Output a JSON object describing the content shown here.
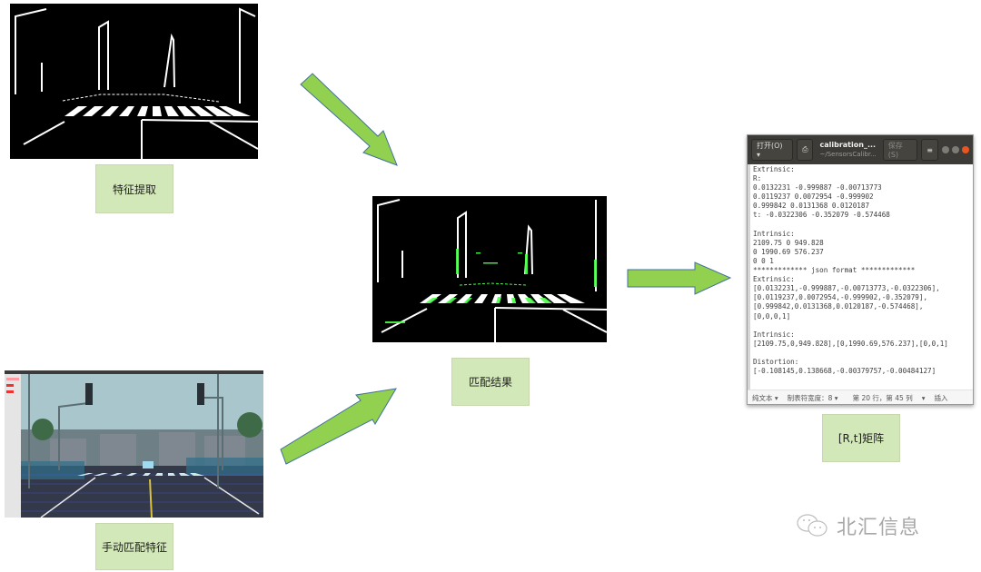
{
  "nodes": {
    "feature_extraction": {
      "label": "特征提取",
      "image": "binary-edge-feature-map"
    },
    "manual_match": {
      "label": "手动匹配特征",
      "image": "camera-frame-with-lidar-overlay"
    },
    "match_result": {
      "label": "匹配结果",
      "image": "edge-map-with-green-lidar-points"
    },
    "rt_matrix": {
      "label": "[R,t]矩阵"
    }
  },
  "arrows": [
    {
      "from": "feature_extraction",
      "to": "match_result",
      "direction": "down-right"
    },
    {
      "from": "manual_match",
      "to": "match_result",
      "direction": "up-right"
    },
    {
      "from": "match_result",
      "to": "rt_matrix",
      "direction": "right"
    }
  ],
  "colors": {
    "arrow_fill": "#92d050",
    "arrow_stroke": "#41719c",
    "label_bg": "#d3e8b8",
    "editor_header": "#3c3b37",
    "editor_close": "#e95420",
    "overlay_green": "#4cff4c"
  },
  "editor": {
    "open_button": "打开(O) ▾",
    "file_title": "calibration_...",
    "file_path": "~/SensorsCalibr...",
    "save_button": "保存(S)",
    "menu_icon": "≡",
    "lines": [
      "Extrinsic:",
      "R:",
      "0.0132231 -0.999887 -0.00713773",
      "0.0119237 0.0072954 -0.999902",
      "0.999842 0.0131368 0.0120187",
      "t: -0.0322306 -0.352079 -0.574468",
      "",
      "Intrinsic:",
      "2109.75 0 949.828",
      "0 1990.69 576.237",
      "0 0 1",
      "************* json format *************",
      "Extrinsic:",
      "[0.0132231,-0.999887,-0.00713773,-0.0322306],",
      "[0.0119237,0.0072954,-0.999902,-0.352079],",
      "[0.999842,0.0131368,0.0120187,-0.574468],",
      "[0,0,0,1]",
      "",
      "Intrinsic:",
      "[2109.75,0,949.828],[0,1990.69,576.237],[0,0,1]",
      "",
      "Distortion:",
      "[-0.108145,0.138668,-0.00379757,-0.00484127]"
    ],
    "status": {
      "syntax": "纯文本 ▾",
      "tab_width": "制表符宽度：8 ▾",
      "position": "第 20 行，第 45 列",
      "position_arrow": "▾",
      "mode": "插入"
    }
  },
  "watermark": {
    "text": "北汇信息"
  }
}
